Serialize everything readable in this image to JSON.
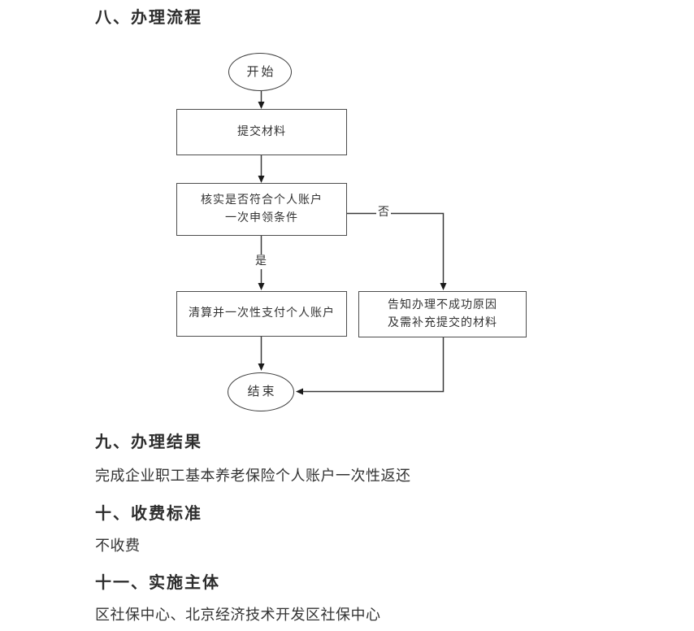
{
  "colors": {
    "background": "#ffffff",
    "text": "#333333",
    "heading_text": "#2d2d2d",
    "line": "#3a3a3a",
    "box_border": "#4d4d4d",
    "arrowhead": "#1a1a1a"
  },
  "sections": [
    {
      "heading": "八、办理流程"
    },
    {
      "heading": "九、办理结果",
      "body": "完成企业职工基本养老保险个人账户一次性返还"
    },
    {
      "heading": "十、收费标准",
      "body": "不收费"
    },
    {
      "heading": "十一、实施主体",
      "body": "区社保中心、北京经济技术开发区社保中心"
    }
  ],
  "flowchart": {
    "start": "开始",
    "submit": "提交材料",
    "decision_line1": "核实是否符合个人账户",
    "decision_line2": "一次申领条件",
    "yes_label": "是",
    "no_label": "否",
    "pay": "清算并一次性支付个人账户",
    "notify_line1": "告知办理不成功原因",
    "notify_line2": "及需补充提交的材料",
    "end": "结束"
  }
}
